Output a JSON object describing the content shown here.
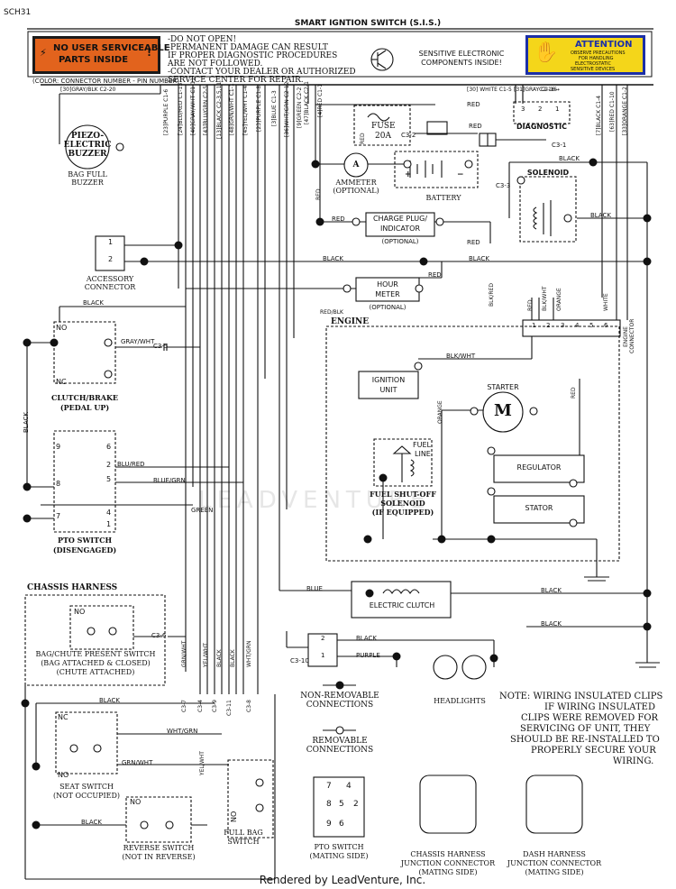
{
  "doc_code": "SCH31",
  "title": "SMART IGNTION SWITCH (S.I.S.)",
  "warning": {
    "label_line1": "NO USER SERVICEABLE",
    "label_line2": "PARTS INSIDE",
    "notes": [
      "-DO NOT OPEN!",
      "-PERMANENT DAMAGE CAN RESULT",
      "IF PROPER DIAGNOSTIC PROCEDURES",
      "ARE NOT FOLLOWED.",
      "-CONTACT YOUR DEALER OR AUTHORIZED",
      "SERVICE CENTER FOR REPAIR."
    ],
    "sensitive_line1": "SENSITIVE ELECTRONIC",
    "sensitive_line2": "COMPONENTS INSIDE!",
    "attention_title": "ATTENTION",
    "attention_line1": "OBSERVE PRECAUTIONS",
    "attention_line2": "FOR HANDLING",
    "attention_line3": "ELECTROSTATIC",
    "attention_line4": "SENSITIVE DEVICES",
    "color_key": "(COLOR: CONNECTOR NUMBER - PIN NUMBER)"
  },
  "top_pins": {
    "p1": "[30]GRAY/BLK C2-20",
    "p2": "[23]PURPLE C1-6",
    "p3": "[24]BLU/RED C1-13",
    "p4": "[40]GRAY/WHT C1-11",
    "p5": "[43]BLU/GRN C2-5",
    "p6": "[13]BLACK C2-3,5,11",
    "p7": "[48]GRN/WHT C1-1",
    "p8": "[45]YEL/WHT C1-4",
    "p9": "[23]PURPLE C1-8",
    "p10": "[3]BLUE C1-3",
    "p11": "[36]WHT/GRN C2-12",
    "p12": "[9]GREEN C2-2",
    "p13": "[47]BLACK C2-1",
    "p14": "[4]RED C1-1",
    "p15": "[30] WHITE C1-5",
    "p16": "[31]GRAY C2-16",
    "p17": "[7]BLACK C1-4",
    "p18": "[63]RED C1-10",
    "p19": "[33]ORANGE C1-2"
  },
  "components": {
    "buzzer_line1": "PIEZO-",
    "buzzer_line2": "ELECTRIC",
    "buzzer_line3": "BUZZER",
    "buzzer_caption1": "BAG FULL",
    "buzzer_caption2": "BUZZER",
    "fuse": "FUSE",
    "fuse_rating": "20A",
    "ammeter_symbol": "A",
    "ammeter": "AMMETER",
    "optional": "(OPTIONAL)",
    "battery": "BATTERY",
    "battery_plus": "+",
    "battery_minus": "−",
    "diagnostic": "DIAGNOSTIC",
    "diag_pin3": "3",
    "diag_pin2": "2",
    "diag_pin1": "1",
    "solenoid": "SOLENOID",
    "charge_plug_line1": "CHARGE PLUG/",
    "charge_plug_line2": "INDICATOR",
    "accessory_line1": "ACCESSORY",
    "accessory_line2": "CONNECTOR",
    "acc_pin1": "1",
    "acc_pin2": "2",
    "hour_meter_line1": "HOUR",
    "hour_meter_line2": "METER",
    "engine": "ENGINE",
    "engine_connector_line1": "ENGINE",
    "engine_connector_line2": "CONNECTOR",
    "eng_pins": [
      "1",
      "2",
      "3",
      "4",
      "5",
      "6"
    ],
    "ignition_line1": "IGNITION",
    "ignition_line2": "UNIT",
    "starter": "STARTER",
    "starter_symbol": "M",
    "fuel_line_line1": "FUEL",
    "fuel_line_line2": "LINE",
    "fuel_sol_line1": "FUEL SHUT-OFF",
    "fuel_sol_line2": "SOLENOID",
    "fuel_sol_line3": "(IF EQUIPPED)",
    "regulator": "REGULATOR",
    "stator": "STATOR",
    "clutch_brake_line1": "CLUTCH/BRAKE",
    "clutch_brake_line2": "(PEDAL UP)",
    "no": "NO",
    "nc": "NC",
    "pto_line1": "PTO SWITCH",
    "pto_line2": "(DISENGAGED)",
    "pto_pins": [
      "9",
      "6",
      "2",
      "8",
      "5",
      "7",
      "4",
      "1"
    ],
    "chassis_harness": "CHASSIS HARNESS",
    "electric_clutch": "ELECTRIC CLUTCH",
    "bag_line1": "BAG/CHUTE PRESENT SWITCH",
    "bag_line2": "(BAG ATTACHED & CLOSED)",
    "bag_line3": "(CHUTE ATTACHED)",
    "hl_pin2": "2",
    "hl_pin1": "1",
    "headlights": "HEADLIGHTS",
    "seat_line1": "SEAT SWITCH",
    "seat_line2": "(NOT OCCUPIED)",
    "reverse_line1": "REVERSE SWITCH",
    "reverse_line2": "(NOT IN REVERSE)",
    "full_bag_line1": "FULL BAG",
    "full_bag_line2": "SWITCH"
  },
  "wire_labels": {
    "red": "RED",
    "black": "BLACK",
    "gray_wht": "GRAY/WHT",
    "blu_red": "BLU/RED",
    "blue_grn": "BLUE/GRN",
    "green": "GREEN",
    "blue": "BLUE",
    "purple": "PURPLE",
    "wht_grn": "WHT/GRN",
    "grn_wht": "GRN/WHT",
    "yel_wht": "YEL/WHT",
    "blk_wht": "BLK/WHT",
    "blk_red": "BLK/RED",
    "orange": "ORANGE",
    "white": "WHITE",
    "red_blk": "RED/BLK",
    "c3_2": "C3-2",
    "c3_1": "C3-1",
    "c3_3": "C3-3",
    "c3_5": "C3-5",
    "c3_6": "C3-6",
    "c3_10": "C3-10",
    "c3_7": "C3-7",
    "c3_4": "C3-4",
    "c3_9": "C3-9",
    "c3_11": "C3-11",
    "c3_8": "C3-8",
    "c2_16": "C2-16→"
  },
  "legend": {
    "nonremovable_line1": "NON-REMOVABLE",
    "nonremovable_line2": "CONNECTIONS",
    "removable_line1": "REMOVABLE",
    "removable_line2": "CONNECTIONS"
  },
  "note": [
    "NOTE: WIRING INSULATED CLIPS",
    "IF WIRING INSULATED",
    "CLIPS WERE REMOVED FOR",
    "SERVICING OF UNIT, THEY",
    "SHOULD BE RE-INSTALLED TO",
    "PROPERLY SECURE YOUR",
    "WIRING."
  ],
  "connectors": {
    "pto_mating_line1": "PTO SWITCH",
    "pto_mating_line2": "(MATING SIDE)",
    "pto_pins": [
      "7",
      "4",
      "8",
      "5",
      "2",
      "9",
      "6"
    ],
    "chassis_line1": "CHASSIS HARNESS",
    "chassis_line2": "JUNCTION CONNECTOR",
    "chassis_line3": "(MATING SIDE)",
    "dash_line1": "DASH HARNESS",
    "dash_line2": "JUNCTION CONNECTOR",
    "dash_line3": "(MATING SIDE)"
  },
  "watermark": "LEADVENTURE",
  "footer": "Rendered by LeadVenture, Inc."
}
